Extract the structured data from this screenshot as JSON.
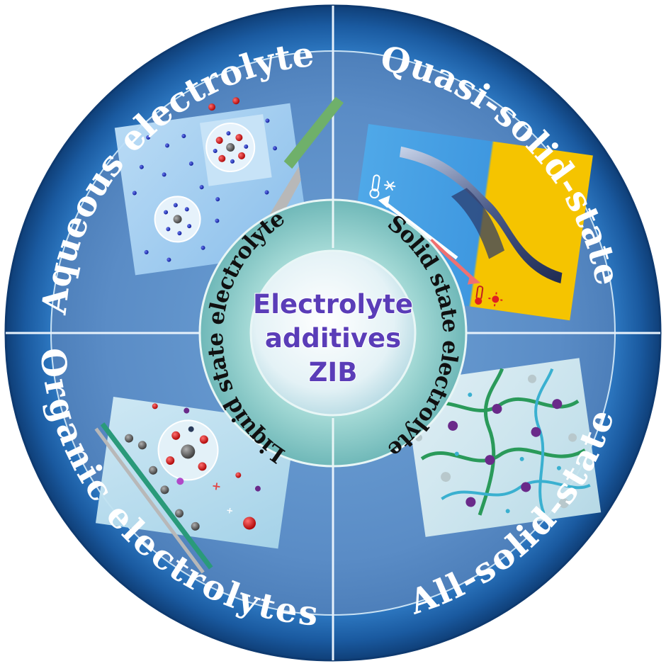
{
  "outer_labels": {
    "top_left": "Aqueous electrolyte",
    "top_right": "Quasi-solid-state",
    "bottom_left": "Organic electrolytes",
    "bottom_right": "All-solid-state"
  },
  "inner_labels": {
    "left": "Liquid state electrolyte",
    "right": "Solid state electrolyte"
  },
  "center": {
    "line1": "Electrolyte",
    "line2": "additives",
    "line3": "ZIB"
  },
  "colors": {
    "outer_ring": "#1a5aa0",
    "quadrant_bg": "#5b8fc9",
    "inner_ring": "#7fc4c4",
    "center_disc": "#e8f4f8",
    "center_text": "#5a3db8",
    "cation_red": "#e01818",
    "anion_blue": "#1830c8",
    "zinc_gray": "#606060",
    "polymer_green": "#2a9a5a",
    "polymer_purple": "#6a2a8a",
    "solid_yellow": "#f5c400"
  },
  "icons": {
    "thermometer_cold": "thermometer-cold-icon",
    "thermometer_hot": "thermometer-hot-icon",
    "snowflake": "snowflake-icon",
    "sun": "sun-icon"
  }
}
